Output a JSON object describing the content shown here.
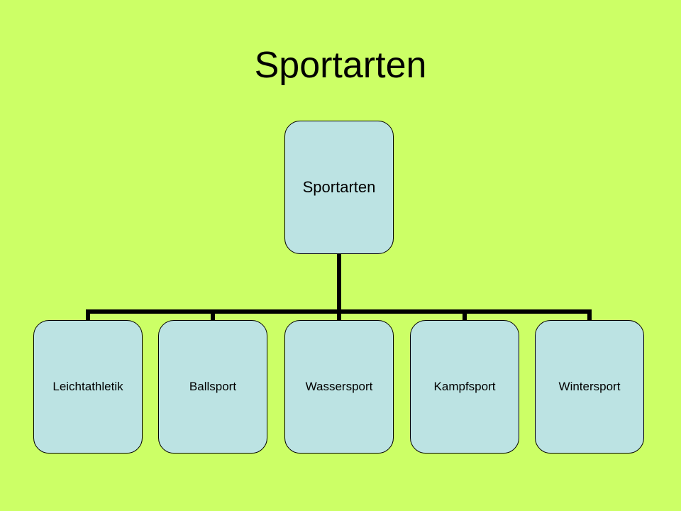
{
  "slide": {
    "title": "Sportarten",
    "background_color": "#CCFF66"
  },
  "diagram": {
    "type": "hierarchy",
    "box_color": "#BCE3E3",
    "line_color": "#000000",
    "root": {
      "label": "Sportarten"
    },
    "children": [
      {
        "label": "Leichtathletik"
      },
      {
        "label": "Ballsport"
      },
      {
        "label": "Wassersport"
      },
      {
        "label": "Kampfsport"
      },
      {
        "label": "Wintersport"
      }
    ]
  }
}
